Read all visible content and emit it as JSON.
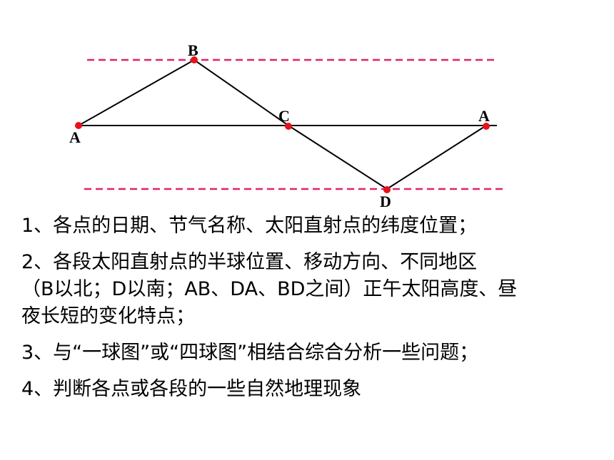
{
  "diagram": {
    "points": [
      {
        "id": "A_left",
        "label": "A"
      },
      {
        "id": "B",
        "label": "B"
      },
      {
        "id": "C",
        "label": "C"
      },
      {
        "id": "D",
        "label": "D"
      },
      {
        "id": "A_right",
        "label": "A"
      }
    ],
    "colors": {
      "line": "#000000",
      "dashed": "#e0226e",
      "point": "#e8111b"
    }
  },
  "questions": [
    {
      "text": "1、各点的日期、节气名称、太阳直射点的纬度位置；"
    },
    {
      "lines": [
        "2、各段太阳直射点的半球位置、移动方向、不同地区",
        "（B以北；D以南；AB、DA、BD之间）正午太阳高度、昼",
        "夜长短的变化特点；"
      ]
    },
    {
      "text": "3、与“一球图”或“四球图”相结合综合分析一些问题；"
    },
    {
      "text": "4、判断各点或各段的一些自然地理现象"
    }
  ]
}
